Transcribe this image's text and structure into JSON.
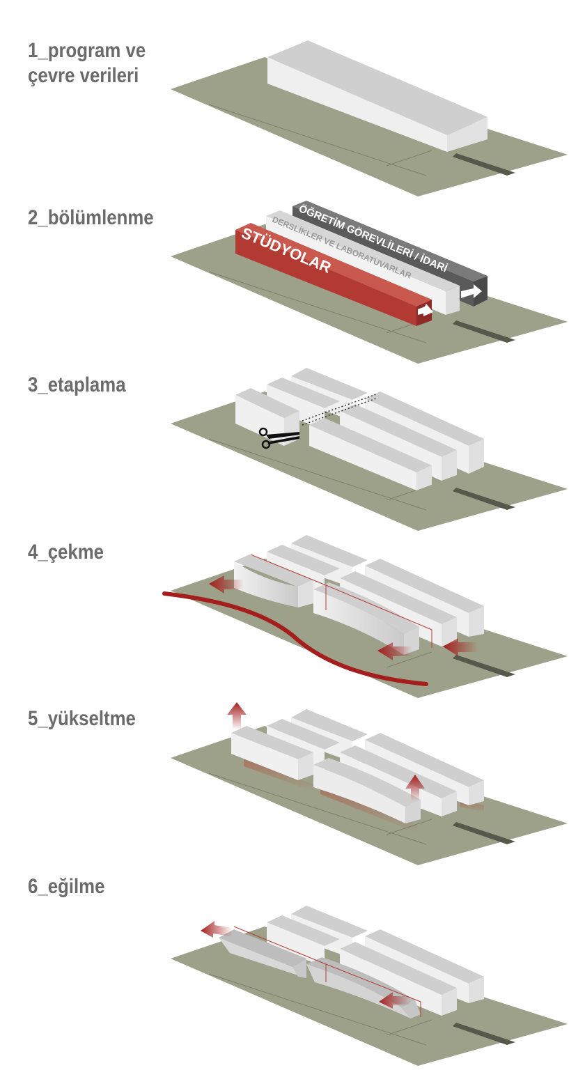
{
  "colors": {
    "ground": "#9da189",
    "ground_edge": "#6f7361",
    "block_top": "#cfcfcf",
    "block_side": "#e9e9e9",
    "block_front": "#f7f7f7",
    "studio_red": "#b23a33",
    "admin_grey": "#5a5a5a",
    "arrow_red": "#a51e1e",
    "title_grey": "#6b6b6b"
  },
  "steps": [
    {
      "title_line1": "1_program ve",
      "title_line2": "çevre verileri"
    },
    {
      "title_line1": "2_bölümlenme"
    },
    {
      "title_line1": "3_etaplama"
    },
    {
      "title_line1": "4_çekme"
    },
    {
      "title_line1": "5_yükseltme"
    },
    {
      "title_line1": "6_eğilme"
    }
  ],
  "zones": {
    "studios": "STÜDYOLAR",
    "classrooms": "DERSLİKLER VE LABORATUVARLAR",
    "faculty": "ÖĞRETİM GÖREVLİLERİ / İDARİ"
  },
  "icons": {
    "cut": "scissors-icon",
    "move": "red-arrow-icon"
  }
}
